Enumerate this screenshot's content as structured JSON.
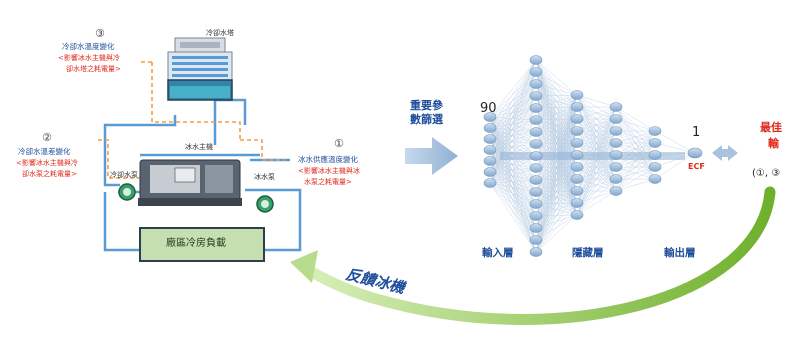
{
  "labels": {
    "cooling_tower": "冷卻水塔",
    "chiller_main": "冰水主機",
    "cooling_pump": "冷卻水泵",
    "chilled_pump": "冰水泵",
    "load": "廠區冷房負載",
    "key_param_l1": "重要參",
    "key_param_l2": "數篩選",
    "input_count": "90",
    "output_count": "1",
    "ecf": "ECF",
    "layer_input": "輸入層",
    "layer_hidden": "隱藏層",
    "layer_output": "輸出層",
    "feedback": "反饋冰機",
    "best_l1": "最佳",
    "best_l2": "輸",
    "best_l3": "(①, ③"
  },
  "annotations": [
    {
      "num": "③",
      "title": "冷卻水溫度變化",
      "sub1": "<影響冰水主機與冷",
      "sub2": "卻水塔之耗電量>"
    },
    {
      "num": "②",
      "title": "冷卻水溫差變化",
      "sub1": "<影響冰水主機與冷",
      "sub2": "卻水泵之耗電量>"
    },
    {
      "num": "①",
      "title": "冰水供應溫度變化",
      "sub1": "<影響冰水主機與冰",
      "sub2": "水泵之耗電量>"
    }
  ],
  "colors": {
    "annotation_title": "#1f4e9c",
    "annotation_sub": "#e02a1c",
    "pipe": "#5b9bd5",
    "dashed": "#f0a040",
    "node": "#9dbbd9",
    "arrow": "#9db8d6",
    "feedback": "#8cc63e"
  }
}
